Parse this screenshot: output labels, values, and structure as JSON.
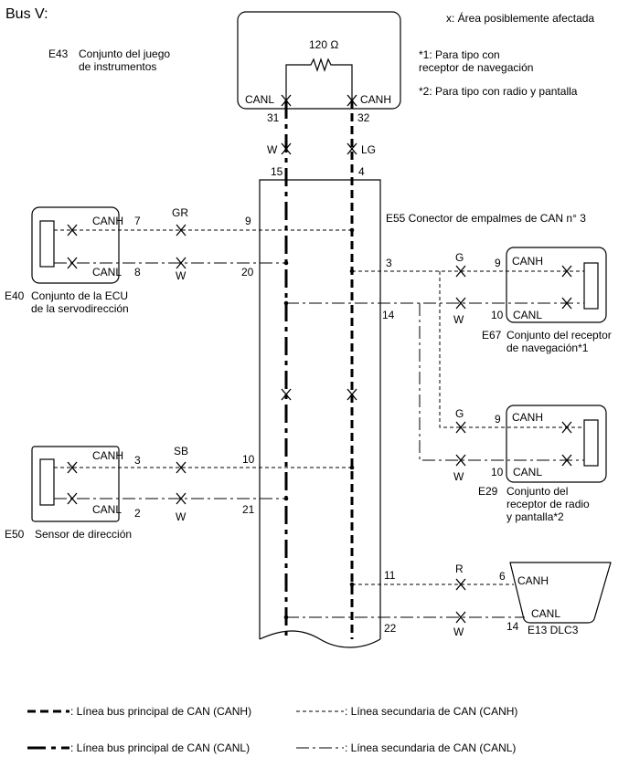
{
  "title": "Bus V:",
  "legend_note": "x: Área posiblemente afectada",
  "notes": [
    "*1: Para tipo con",
    "receptor de navegación",
    "*2: Para tipo con radio y pantalla"
  ],
  "e43": {
    "code": "E43",
    "name_line1": "Conjunto del juego",
    "name_line2": "de instrumentos",
    "resistor": "120 Ω",
    "canl": "CANL",
    "canh": "CANH",
    "pin_canl": "31",
    "pin_canh": "32",
    "wire_canl": "W",
    "wire_canh": "LG",
    "jpin_canl": "15",
    "jpin_canh": "4"
  },
  "e55": {
    "label": "E55   Conector de empalmes de CAN n° 3"
  },
  "e40": {
    "code": "E40",
    "name_line1": "Conjunto de la ECU",
    "name_line2": "de la servodirección",
    "canh": "CANH",
    "canl": "CANL",
    "pin_canh": "7",
    "pin_canl": "8",
    "wire_canh": "GR",
    "wire_canl": "W",
    "jpin_canh": "9",
    "jpin_canl": "20"
  },
  "e50": {
    "code": "E50",
    "name": "Sensor de dirección",
    "canh": "CANH",
    "canl": "CANL",
    "pin_canh": "3",
    "pin_canl": "2",
    "wire_canh": "SB",
    "wire_canl": "W",
    "jpin_canh": "10",
    "jpin_canl": "21"
  },
  "e67": {
    "code": "E67",
    "name_line1": "Conjunto del receptor",
    "name_line2": "de navegación*1",
    "canh": "CANH",
    "canl": "CANL",
    "pin_canh": "9",
    "pin_canl": "10",
    "wire_canh": "G",
    "wire_canl": "W",
    "jpin_canh": "3",
    "jpin_canl": "14"
  },
  "e29": {
    "code": "E29",
    "name_line1": "Conjunto del",
    "name_line2": "receptor de radio",
    "name_line3": "y pantalla*2",
    "canh": "CANH",
    "canl": "CANL",
    "pin_canh": "9",
    "pin_canl": "10",
    "wire_canh": "G",
    "wire_canl": "W"
  },
  "e13": {
    "label": "E13  DLC3",
    "canh": "CANH",
    "canl": "CANL",
    "pin_canh": "6",
    "pin_canl": "14",
    "wire_canh": "R",
    "wire_canl": "W",
    "jpin_canh": "11",
    "jpin_canl": "22"
  },
  "legend": {
    "main_canh": ": Línea bus principal de CAN (CANH)",
    "main_canl": ": Línea bus principal de CAN (CANL)",
    "sub_canh": ": Línea secundaria de CAN (CANH)",
    "sub_canl": ": Línea secundaria de CAN (CANL)"
  }
}
